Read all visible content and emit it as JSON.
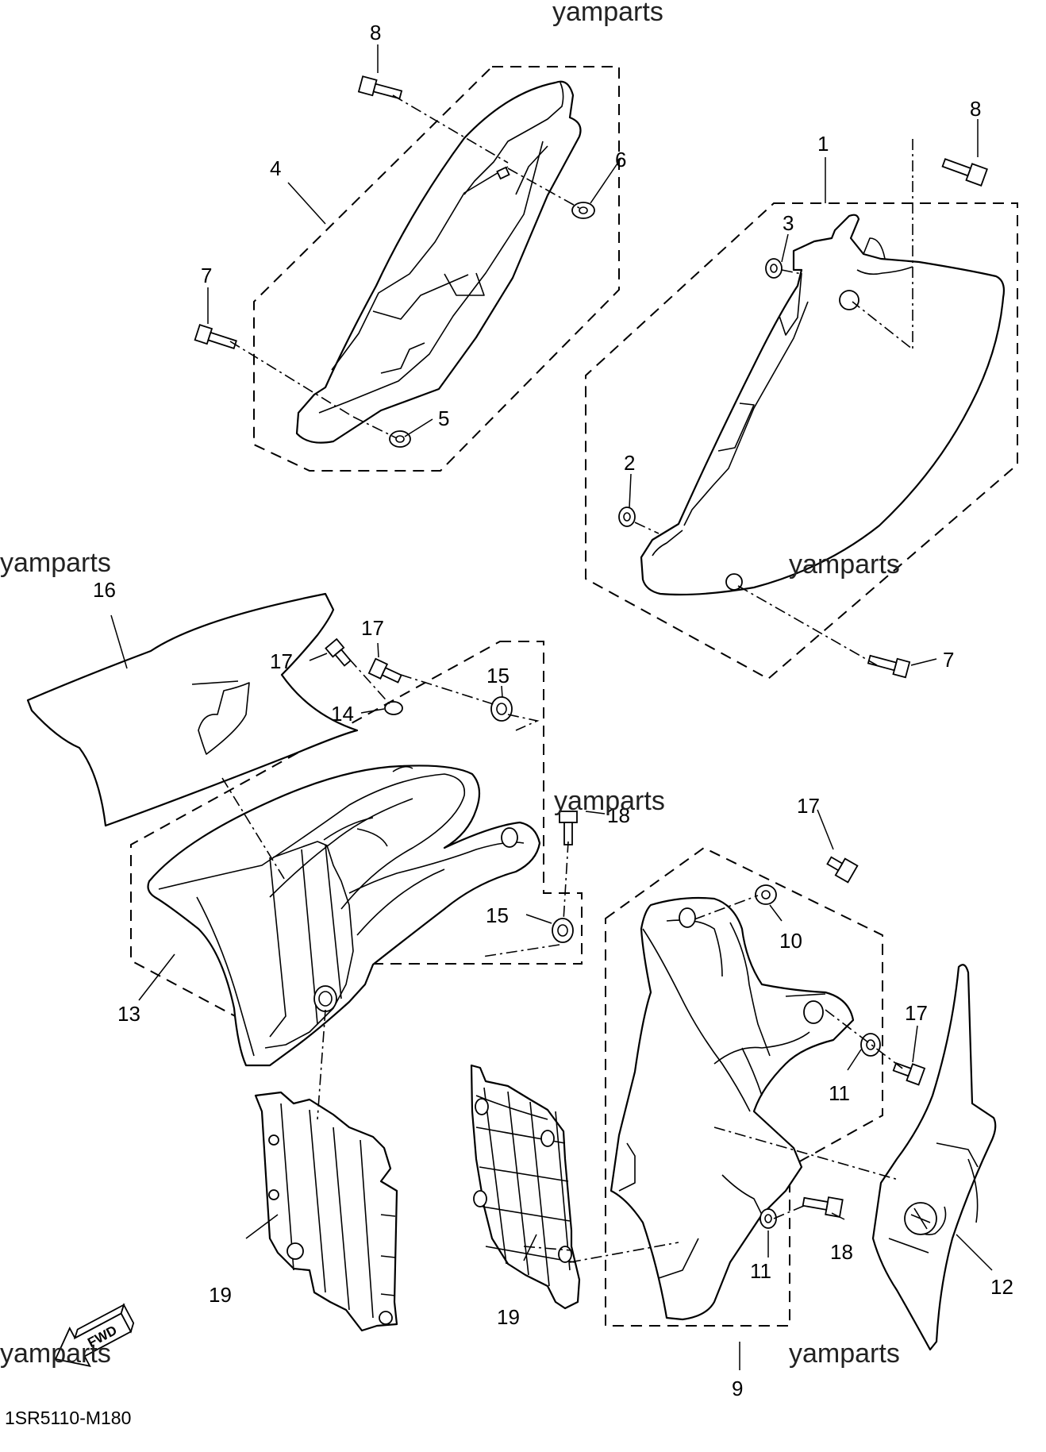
{
  "watermarks": [
    "yamparts",
    "yamparts",
    "yamparts",
    "yamparts",
    "yamparts",
    "yamparts"
  ],
  "fwd_label": "FWD",
  "diagram_code": "1SR5110-M180",
  "callouts": {
    "c1": "1",
    "c2": "2",
    "c3": "3",
    "c4": "4",
    "c5": "5",
    "c6": "6",
    "c7a": "7",
    "c7b": "7",
    "c8a": "8",
    "c8b": "8",
    "c9": "9",
    "c10": "10",
    "c11a": "11",
    "c11b": "11",
    "c12": "12",
    "c13": "13",
    "c14": "14",
    "c15a": "15",
    "c15b": "15",
    "c16": "16",
    "c17a": "17",
    "c17b": "17",
    "c17c": "17",
    "c17d": "17",
    "c18a": "18",
    "c18b": "18",
    "c19a": "19",
    "c19b": "19"
  }
}
